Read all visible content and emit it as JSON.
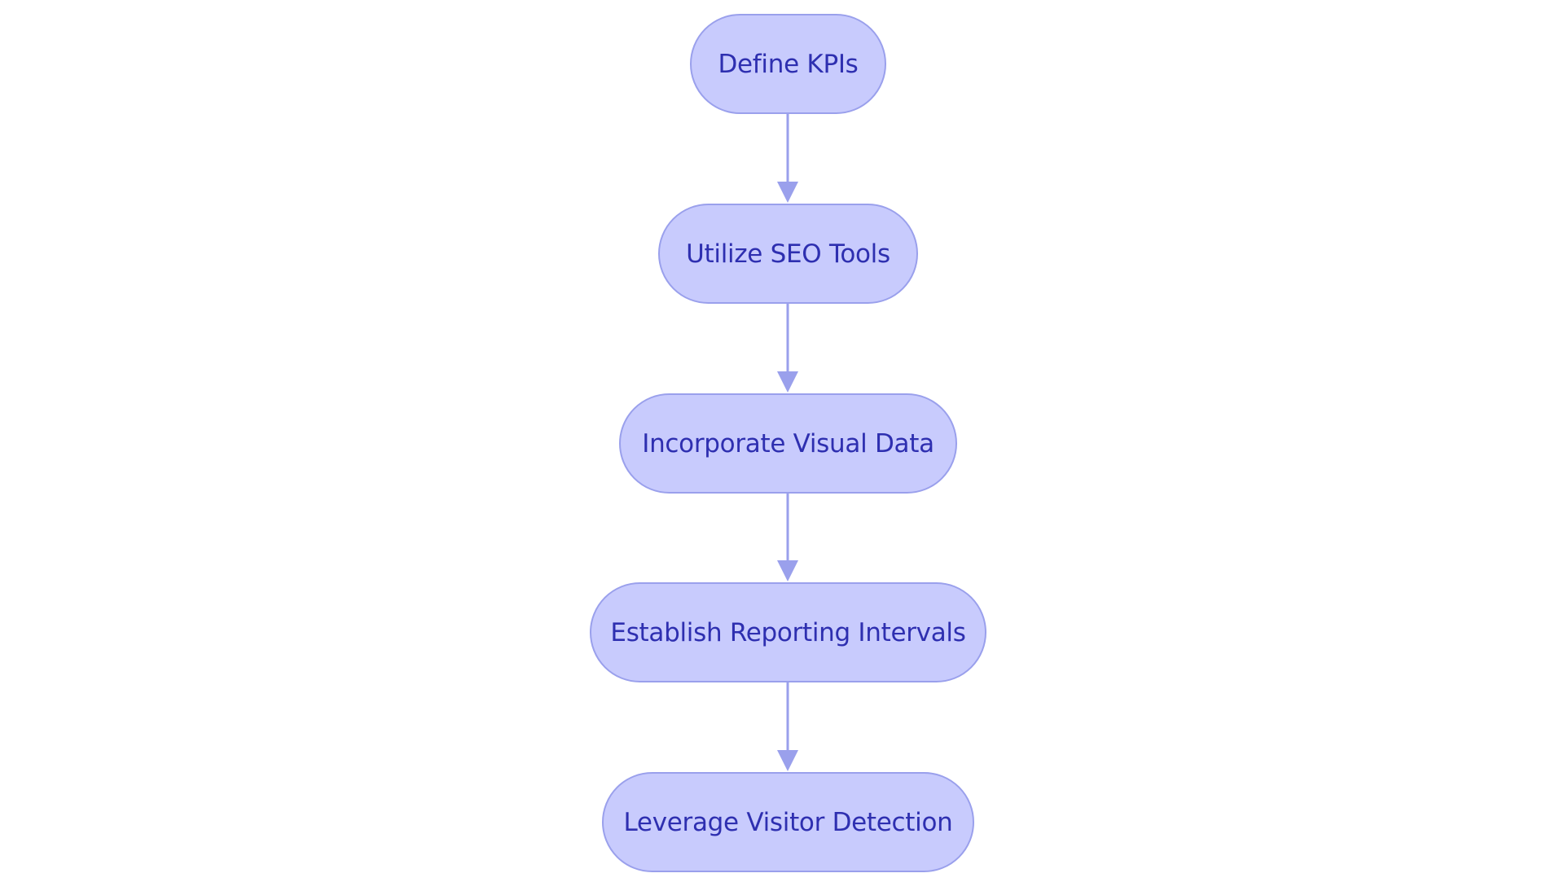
{
  "diagram": {
    "type": "flowchart",
    "direction": "top-to-bottom",
    "colors": {
      "node_fill": "#c8cbfd",
      "node_border": "#9aa0ec",
      "node_text": "#2e2fb0",
      "connector": "#9aa0ec"
    },
    "nodes": [
      {
        "id": "n1",
        "label": "Define KPIs"
      },
      {
        "id": "n2",
        "label": "Utilize SEO Tools"
      },
      {
        "id": "n3",
        "label": "Incorporate Visual Data"
      },
      {
        "id": "n4",
        "label": "Establish Reporting Intervals"
      },
      {
        "id": "n5",
        "label": "Leverage Visitor Detection"
      }
    ],
    "edges": [
      {
        "from": "n1",
        "to": "n2"
      },
      {
        "from": "n2",
        "to": "n3"
      },
      {
        "from": "n3",
        "to": "n4"
      },
      {
        "from": "n4",
        "to": "n5"
      }
    ]
  }
}
